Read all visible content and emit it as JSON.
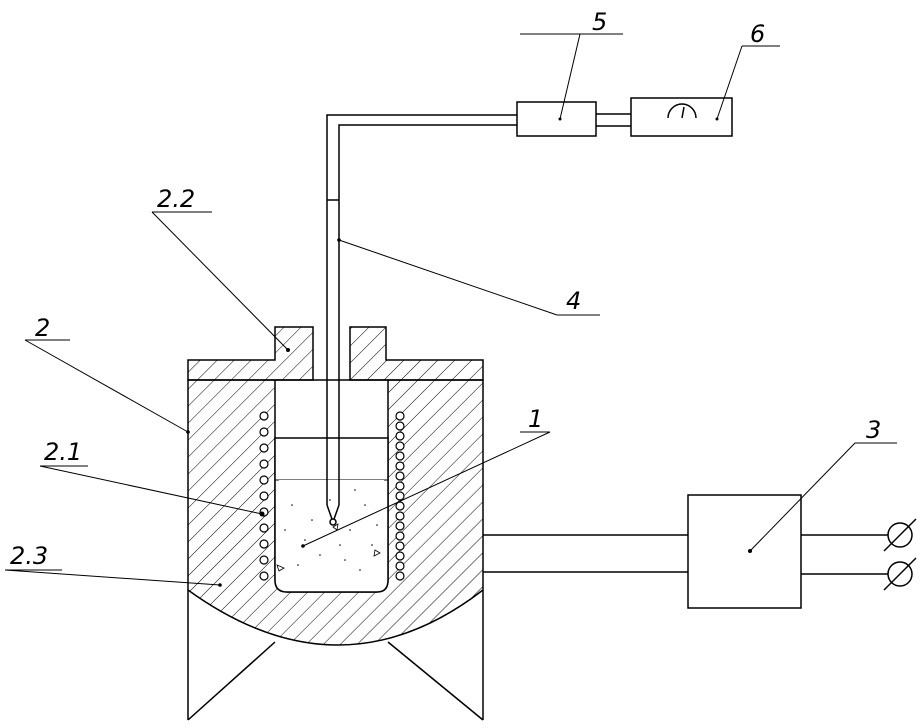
{
  "drawing": {
    "labels": {
      "crucible": "1",
      "furnace": "2",
      "inductor": "2.1",
      "cover": "2.2",
      "lining": "2.3",
      "power_supply": "3",
      "thermocouple": "4",
      "converter": "5",
      "meter": "6"
    },
    "colors": {
      "line": "#000000",
      "background": "#ffffff"
    }
  }
}
